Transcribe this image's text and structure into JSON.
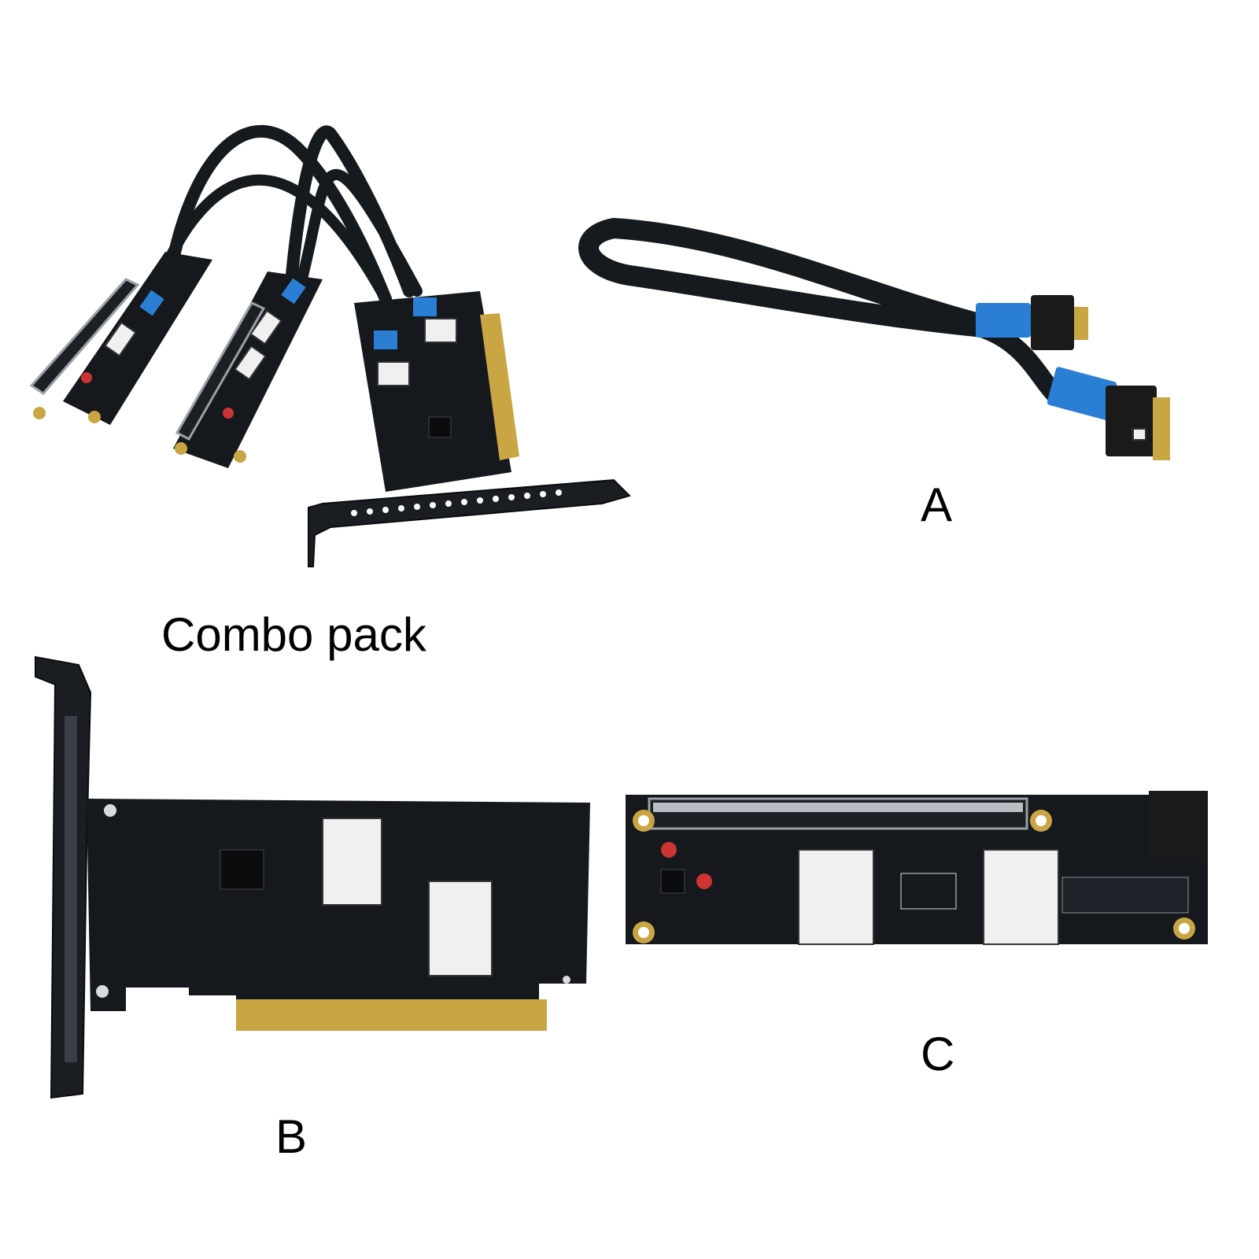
{
  "captions": {
    "combo": "Combo pack",
    "a": "A",
    "b": "B",
    "c": "C"
  },
  "colors": {
    "pcb": "#15181d",
    "connector_accent": "#2a7fd4",
    "gold_fingers": "#c9a544",
    "background": "#ffffff"
  }
}
